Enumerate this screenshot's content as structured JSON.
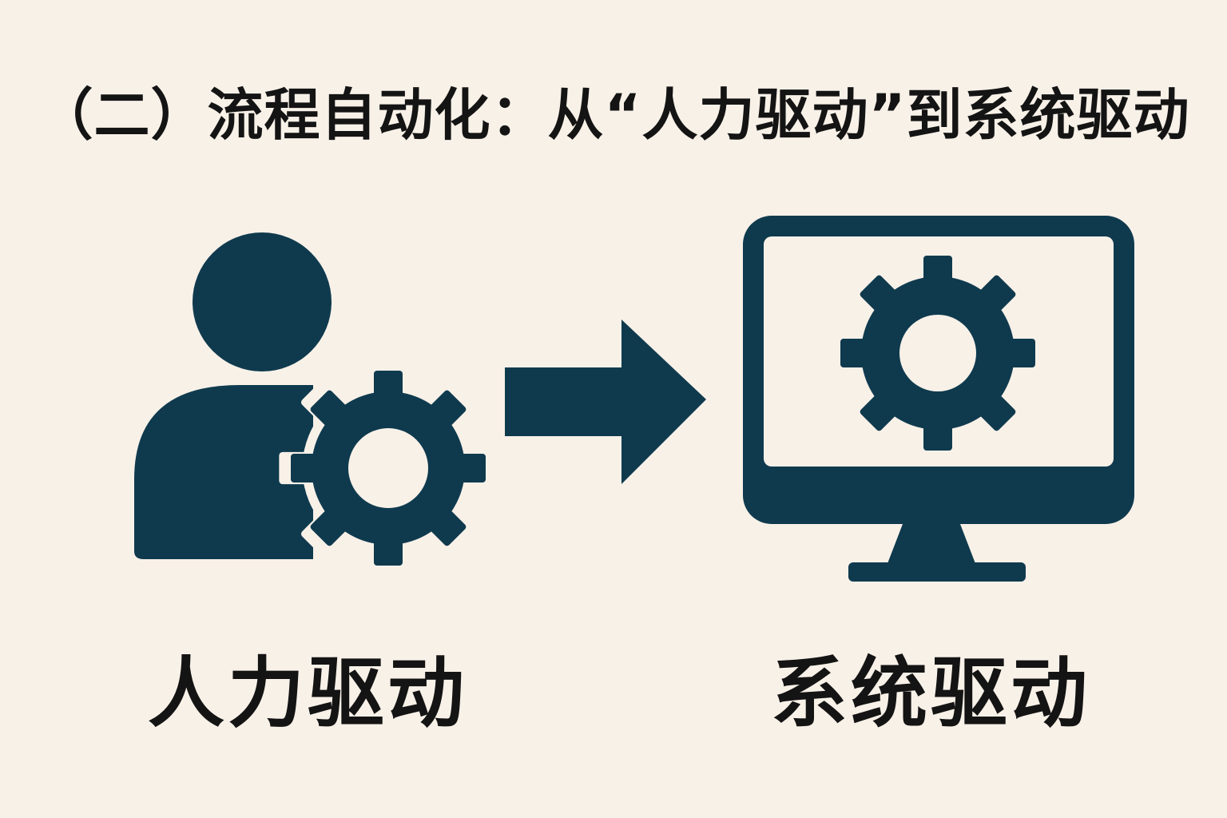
{
  "title": "（二）流程自动化：从“人力驱动”到系统驱动",
  "left": {
    "label": "人力驱动",
    "icons": [
      "person-icon",
      "gear-icon"
    ]
  },
  "transition": {
    "icon": "right-arrow-icon"
  },
  "right": {
    "label": "系统驱动",
    "icons": [
      "monitor-icon",
      "gear-icon"
    ]
  },
  "colors": {
    "icon": "#0f3a4e",
    "background": "#f8f1e8",
    "text": "#141414"
  }
}
